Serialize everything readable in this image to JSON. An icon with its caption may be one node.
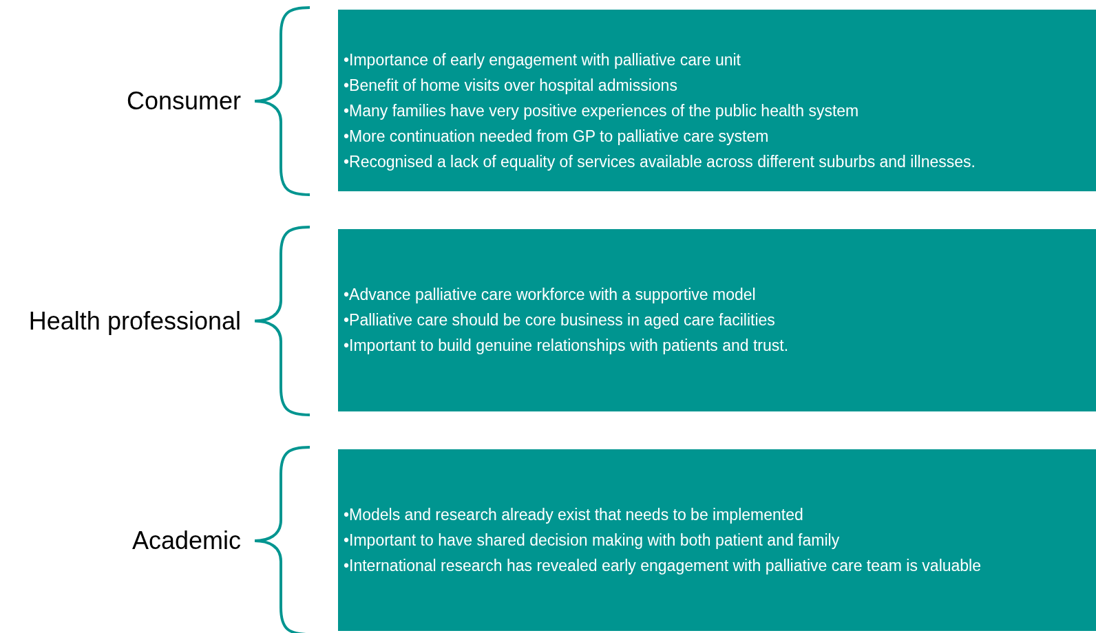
{
  "diagram": {
    "nodes": [
      {
        "text": [
          "•Importance of early engagement with palliative care unit",
          "•Benefit of home visits over hospital admissions",
          "•Many families have very positive experiences of the public health system",
          "•More continuation needed from GP to palliative care system",
          "•Recognised a lack of equality of services available across different suburbs and illnesses."
        ],
        "beside": [
          "Consumer"
        ]
      },
      {
        "text": [
          "•Advance palliative care workforce with a supportive model",
          "•Palliative care should be core business in aged care facilities",
          "•Important to build genuine relationships with patients and trust."
        ],
        "beside": [
          "Health professional"
        ]
      },
      {
        "text": [
          "•Models and research already exist that needs to be implemented",
          "•Important to have shared decision making with both patient and family",
          "•International research has revealed early engagement with palliative care team is valuable"
        ],
        "beside": [
          "Academic"
        ]
      }
    ]
  }
}
